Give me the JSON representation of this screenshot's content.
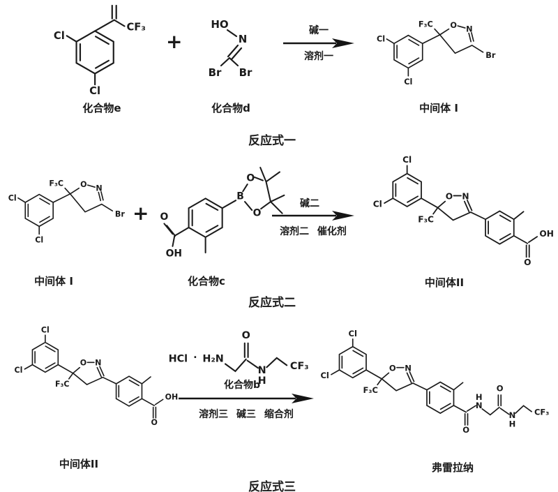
{
  "page": {
    "background": "#ffffff",
    "ink": "#1b1b1b"
  },
  "operators": {
    "plus": "+"
  },
  "atoms": {
    "cl": "Cl",
    "br": "Br",
    "n": "N",
    "o": "O",
    "b": "B",
    "h": "H",
    "ho": "HO",
    "oh": "OH",
    "cf3": "CF₃",
    "f3c": "F₃C",
    "h2n": "H₂N",
    "hcl": "HCl",
    "dot": "·"
  },
  "reactions": [
    {
      "title": "反应式一",
      "reactant1_caption": "化合物e",
      "reactant2_caption": "化合物d",
      "cond_above": "碱一",
      "cond_below": "溶剂一",
      "product_caption": "中间体 I"
    },
    {
      "title": "反应式二",
      "reactant1_caption": "中间体 I",
      "reactant2_caption": "化合物c",
      "cond_above": "碱二",
      "cond_below": "溶剂二 催化剂",
      "product_caption": "中间体II"
    },
    {
      "title": "反应式三",
      "reactant1_caption": "中间体II",
      "reagent_caption": "化合物b",
      "cond_below": "溶剂三 碱三 缩合剂",
      "product_caption": "弗雷拉纳"
    }
  ]
}
